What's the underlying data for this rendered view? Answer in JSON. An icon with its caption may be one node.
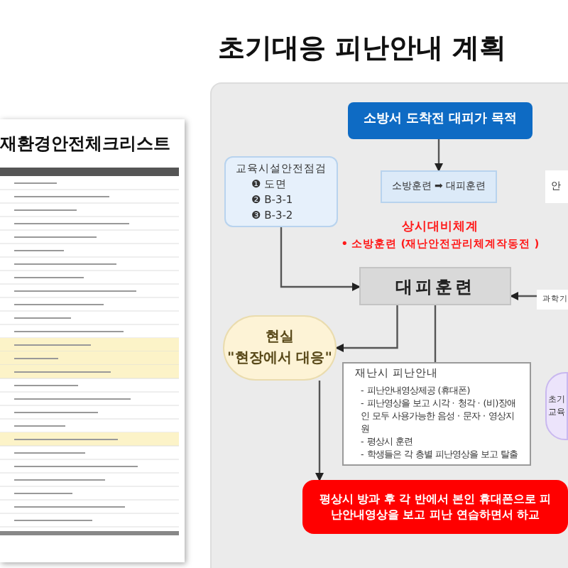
{
  "diagram": {
    "title": "초기대응 피난안내 계획",
    "nodes": [
      {
        "text": [
          "소방서 도착전 대피가 목적"
        ]
      },
      {
        "text": [
          "소방훈련 ➡ 대피훈련"
        ]
      },
      {
        "text": [
          "교육시설안전점검",
          "❶ 도면",
          "❷ B-3-1",
          "❸ B-3-2"
        ]
      },
      {
        "text": [
          "대피훈련"
        ]
      },
      {
        "text": [
          "현실",
          "\"현장에서 대응\""
        ]
      },
      {
        "text": [
          "재난시 피난안내",
          "- 피난안내영상제공 (휴대폰)",
          "- 피난영상을 보고 시각 · 청각 · (비)장애인 모두 사용가능한 음성 · 문자 · 영상지원",
          "- 평상시 훈련",
          "- 학생들은 각 층별 피난영상을 보고 탈출"
        ]
      },
      {
        "text": [
          "평상시 방과 후 각 반에서 본인 휴대폰으로 피난안내영상을 보고 피난 연습하면서 하교"
        ]
      },
      {
        "text": [
          "안"
        ]
      },
      {
        "text": [
          "과학기"
        ]
      },
      {
        "text": [
          "초기",
          "교육"
        ]
      }
    ],
    "edges": [
      {
        "from": 0,
        "to": 1,
        "arrow": "to"
      },
      {
        "from": 2,
        "to": 3,
        "arrow": "to"
      },
      {
        "from": 3,
        "to": 4,
        "arrow": "to"
      },
      {
        "from": 3,
        "to": 5,
        "arrow": "none"
      },
      {
        "from": 4,
        "to": 6,
        "arrow": "to"
      },
      {
        "from": 8,
        "to": 3,
        "arrow": "to"
      }
    ],
    "labels": [
      "재환경안전체크리스트",
      "상시대비체계",
      "• 소방훈련 (재난안전관리체계작동전 )"
    ]
  }
}
